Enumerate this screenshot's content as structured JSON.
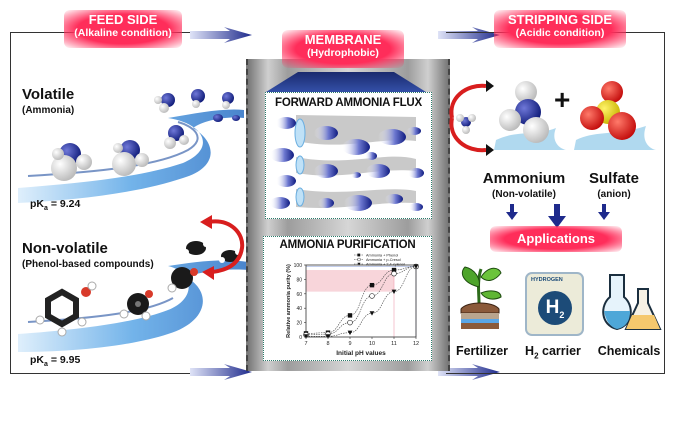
{
  "feed_side": {
    "title": "FEED SIDE",
    "subtitle": "(Alkaline condition)",
    "volatile": {
      "heading": "Volatile",
      "subheading": "(Ammonia)",
      "pka_label": "pK",
      "pka_sub": "a",
      "pka_value": " = 9.24"
    },
    "nonvolatile": {
      "heading": "Non-volatile",
      "subheading": "(Phenol-based compounds)",
      "pka_label": "pK",
      "pka_sub": "a",
      "pka_value": " = 9.95"
    }
  },
  "membrane": {
    "title": "MEMBRANE",
    "subtitle": "(Hydrophobic)",
    "flux_card_title": "FORWARD AMMONIA FLUX",
    "purification_card_title": "AMMONIA PURIFICATION"
  },
  "stripping_side": {
    "title": "STRIPPING SIDE",
    "subtitle": "(Acidic condition)",
    "product1": {
      "name": "Ammonium",
      "note": "(Non-volatile)"
    },
    "plus": "+",
    "product2": {
      "name": "Sulfate",
      "note": "(anion)"
    },
    "applications_label": "Applications",
    "applications": [
      {
        "label": "Fertilizer",
        "icon": "plant-icon"
      },
      {
        "label_main": "H",
        "label_sub": "2",
        "label_rest": " carrier",
        "icon": "hydrogen-icon",
        "badge_text": "HYDROGEN",
        "badge_symbol": "H",
        "badge_sub": "2"
      },
      {
        "label": "Chemicals",
        "icon": "flask-icon"
      }
    ]
  },
  "chart_data": {
    "type": "line",
    "title": "AMMONIA PURIFICATION",
    "xlabel": "Initial pH values",
    "ylabel": "Relative ammonia purity (%)",
    "xlim": [
      7,
      12
    ],
    "ylim": [
      0,
      100
    ],
    "xticks": [
      7,
      8,
      9,
      10,
      11,
      12
    ],
    "yticks": [
      0,
      20,
      40,
      60,
      80,
      100
    ],
    "legend_position": "top-right",
    "series": [
      {
        "name": "Ammonia + Phenol",
        "marker": "filled-square",
        "x": [
          7,
          8,
          9,
          10,
          11,
          12
        ],
        "y": [
          5,
          6,
          30,
          72,
          93,
          98
        ]
      },
      {
        "name": "Ammonia + p-Cresol",
        "marker": "open-circle",
        "x": [
          7,
          8,
          9,
          10,
          11,
          12
        ],
        "y": [
          3,
          4,
          20,
          57,
          88,
          98
        ]
      },
      {
        "name": "Ammonia + 2,4-xylenol",
        "marker": "filled-triangle",
        "x": [
          7,
          8,
          9,
          10,
          11,
          12
        ],
        "y": [
          1,
          1,
          6,
          33,
          63,
          98
        ]
      }
    ],
    "shaded_band": {
      "y_range": [
        63,
        93
      ],
      "x_range": [
        7,
        11
      ]
    }
  }
}
